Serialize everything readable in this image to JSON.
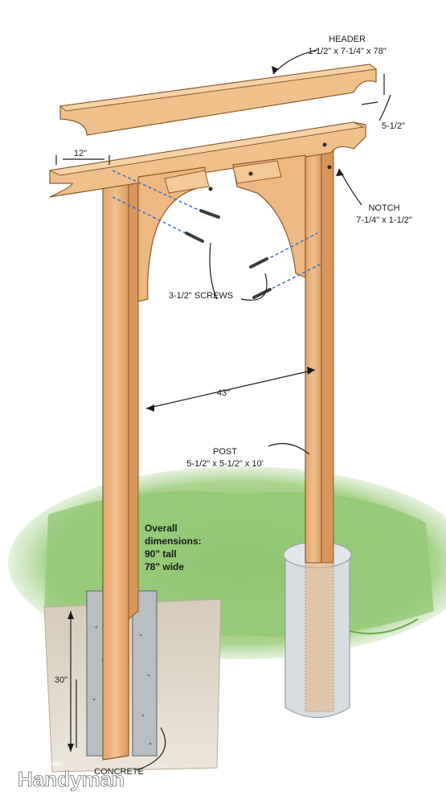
{
  "header_label": {
    "title": "HEADER",
    "dims": "1-1/2\" x 7-1/4\" x 78\""
  },
  "dim_12": "12\"",
  "dim_5_half": "5-1/2\"",
  "notch_label": {
    "title": "NOTCH",
    "dims": "7-1/4\" x 1-1/2\""
  },
  "screws_label": "3-1/2\" SCREWS",
  "dim_43": "43\"",
  "post_label": {
    "title": "POST",
    "dims": "5-1/2\" x 5-1/2\" x 10'"
  },
  "overall": {
    "line1": "Overall",
    "line2": "dimensions:",
    "line3": "90\" tall",
    "line4": "78\" wide"
  },
  "dim_30": "30\"",
  "concrete_label": "CONCRETE",
  "logo": {
    "small": "THE FAMILY",
    "main": "Handyman"
  },
  "colors": {
    "wood": "#e9b27c",
    "wood_dark": "#c98a55",
    "grass": "#8cc46e",
    "concrete": "#b9bec3",
    "soil": "#d8cfc2",
    "screw_line": "#3a6fd8"
  }
}
